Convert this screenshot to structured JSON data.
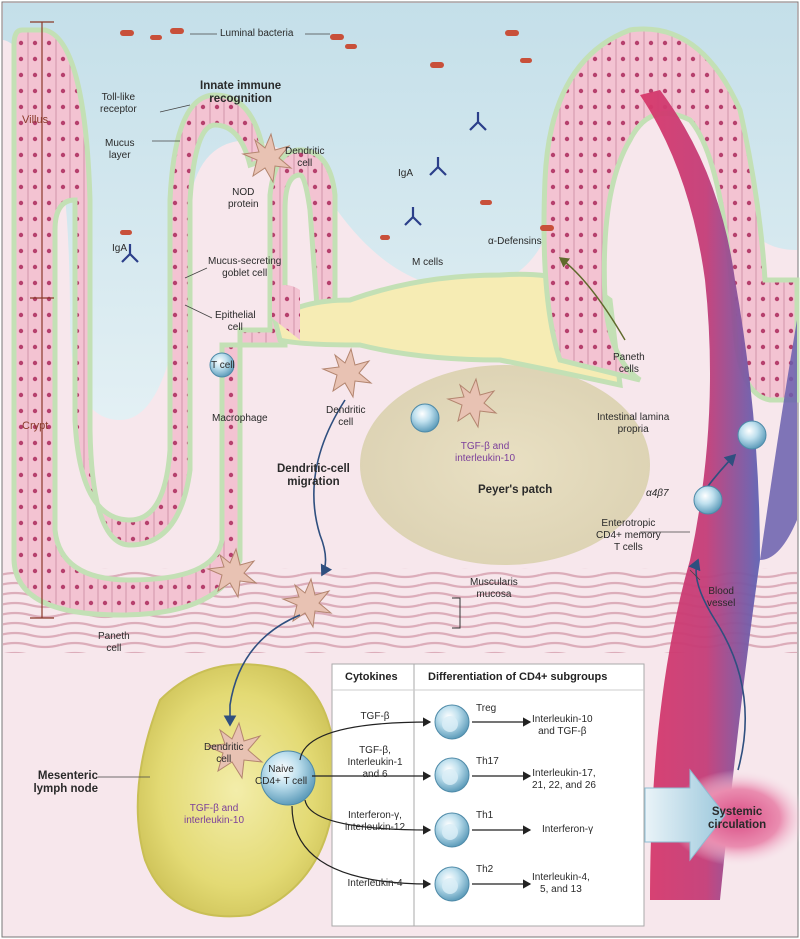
{
  "labels": {
    "luminal_bacteria": "Luminal bacteria",
    "villus": "Villus",
    "crypt": "Crypt",
    "toll_like_receptor": "Toll-like\nreceptor",
    "innate_immune": "Innate immune\nrecognition",
    "mucus_layer": "Mucus\nlayer",
    "dendritic_cell_top": "Dendritic\ncell",
    "nod_protein": "NOD\nprotein",
    "iga_left": "IgA",
    "iga_center": "IgA",
    "mucus_secreting": "Mucus-secreting\ngoblet cell",
    "epithelial_cell": "Epithelial\ncell",
    "t_cell": "T cell",
    "macrophage": "Macrophage",
    "dendritic_cell_mid": "Dendritic\ncell",
    "dendritic_migration": "Dendritic-cell\nmigration",
    "m_cells": "M cells",
    "alpha_defensins": "α-Defensins",
    "paneth_right": "Paneth\ncells",
    "lamina_propria": "Intestinal lamina\npropria",
    "tgf_peyer": "TGF-β and\ninterleukin-10",
    "peyers_patch": "Peyer's patch",
    "alpha4beta7": "α4β7",
    "enterotropic": "Enterotropic\nCD4+ memory\nT cells",
    "blood_vessel": "Blood\nvessel",
    "muscularis": "Muscularis\nmucosa",
    "paneth_bottom": "Paneth\ncell",
    "mesenteric": "Mesenteric\nlymph node",
    "dendritic_node": "Dendritic\ncell",
    "tgf_node": "TGF-β and\ninterleukin-10",
    "naive": "Naive\nCD4+ T cell",
    "systemic": "Systemic\ncirculation"
  },
  "table": {
    "col_cytokines": "Cytokines",
    "col_differentiation": "Differentiation of CD4+ subgroups",
    "rows": [
      {
        "cytokine": "TGF-β",
        "subgroup": "Treg",
        "output": "Interleukin-10\nand TGF-β"
      },
      {
        "cytokine": "TGF-β,\nInterleukin-1\nand 6",
        "subgroup": "Th17",
        "output": "Interleukin-17,\n21, 22, and 26"
      },
      {
        "cytokine": "Interferon-γ,\ninterleukin-12",
        "subgroup": "Th1",
        "output": "Interferon-γ"
      },
      {
        "cytokine": "Interleukin-4",
        "subgroup": "Th2",
        "output": "Interleukin-4,\n5, and 13"
      }
    ]
  },
  "colors": {
    "lumen": "#cfe6ef",
    "epithelium": "#f2bfcf",
    "mucus": "#e4efd2",
    "lamina": "#f7e6ea",
    "peyer": "#e6dcbf",
    "lymph_node": "#e6df7f",
    "vessel_red": "#d62f63",
    "vessel_blue": "#6a5fae",
    "systemic": "#e36d9a",
    "arrow_blue": "#2f4f7f"
  }
}
